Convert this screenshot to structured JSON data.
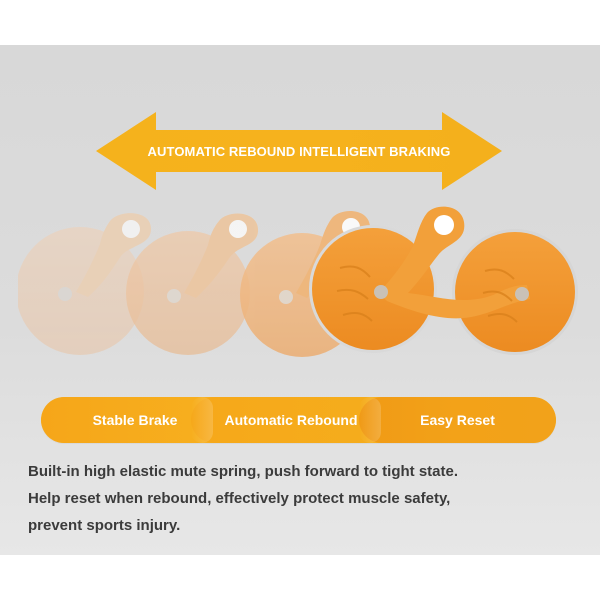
{
  "banner": {
    "headline": "AUTOMATIC REBOUND INTELLIGENT BRAKING"
  },
  "features": {
    "items": [
      {
        "label": "Stable Brake"
      },
      {
        "label": "Automatic Rebound"
      },
      {
        "label": "Easy Reset"
      }
    ]
  },
  "description": {
    "lines": [
      "Built-in high elastic mute spring, push forward to tight state.",
      "Help reset when rebound, effectively protect muscle safety,",
      "prevent sports injury."
    ]
  },
  "product": {
    "name": "dual-wheel-roller",
    "wheel_sets": 4,
    "color": "#f39a24"
  },
  "colors": {
    "background": "#dcdcdc",
    "accent": "#f7ad1a",
    "text": "#3b3b3b"
  }
}
